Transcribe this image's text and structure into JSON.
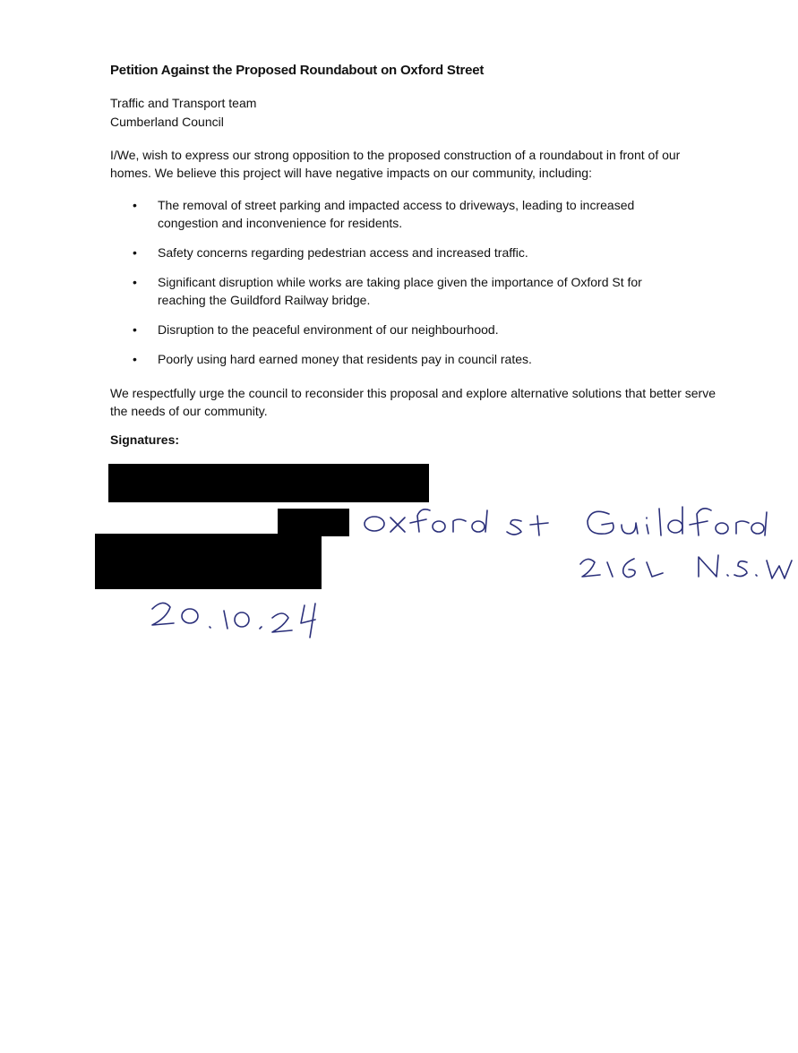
{
  "document": {
    "title": "Petition Against the Proposed Roundabout on Oxford Street",
    "recipient": {
      "line1": "Traffic and Transport team",
      "line2": "Cumberland Council"
    },
    "intro": "I/We, wish to express our strong opposition to the proposed construction of a roundabout in front of our homes. We believe this project will have negative impacts on our community, including:",
    "bullets": [
      "The removal of street parking and impacted access to driveways, leading to increased congestion and inconvenience for residents.",
      "Safety concerns regarding pedestrian access and increased traffic.",
      "Significant disruption while works are taking place given the importance of Oxford St for reaching the Guildford Railway bridge.",
      "Disruption to the peaceful environment of our neighbourhood.",
      "Poorly using hard earned money that residents pay in council rates."
    ],
    "closing": "We respectfully urge the council to reconsider this proposal and explore alternative solutions that better serve the needs of our community.",
    "signatures_label": "Signatures:",
    "bullet_symbol": "•"
  },
  "handwriting": {
    "address_line1": "Oxford st Guildford",
    "address_line2": "2161 N.S.W",
    "date": "20.10.24",
    "ink_color": "#2a2f7a"
  }
}
